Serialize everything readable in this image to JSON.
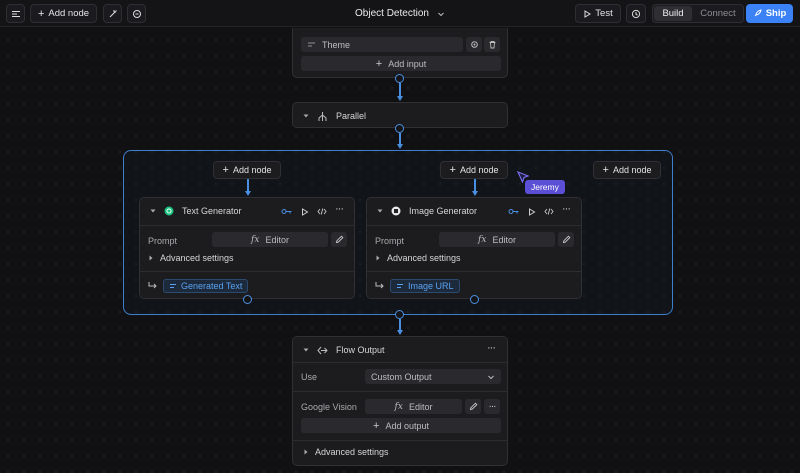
{
  "topbar": {
    "add_node": "Add node",
    "title": "Object Detection",
    "test": "Test",
    "build": "Build",
    "connect": "Connect",
    "ship": "Ship"
  },
  "input_node": {
    "theme_field": "Theme",
    "add_input": "Add input"
  },
  "parallel_node": {
    "title": "Parallel"
  },
  "group": {
    "add_node_1": "Add node",
    "add_node_2": "Add node",
    "add_node_3": "Add node",
    "cursor_user": "Jeremy"
  },
  "text_gen": {
    "title": "Text Generator",
    "prompt_label": "Prompt",
    "editor": "Editor",
    "advanced": "Advanced settings",
    "output": "Generated Text"
  },
  "image_gen": {
    "title": "Image Generator",
    "prompt_label": "Prompt",
    "editor": "Editor",
    "advanced": "Advanced settings",
    "output": "Image URL"
  },
  "flow_output": {
    "title": "Flow Output",
    "use_label": "Use",
    "use_value": "Custom Output",
    "google_label": "Google Vision",
    "editor": "Editor",
    "add_output": "Add output",
    "advanced": "Advanced settings"
  },
  "colors": {
    "accent": "#3b82f6",
    "cursor_badge": "#5b4fd6",
    "connector": "#4a90e2"
  }
}
